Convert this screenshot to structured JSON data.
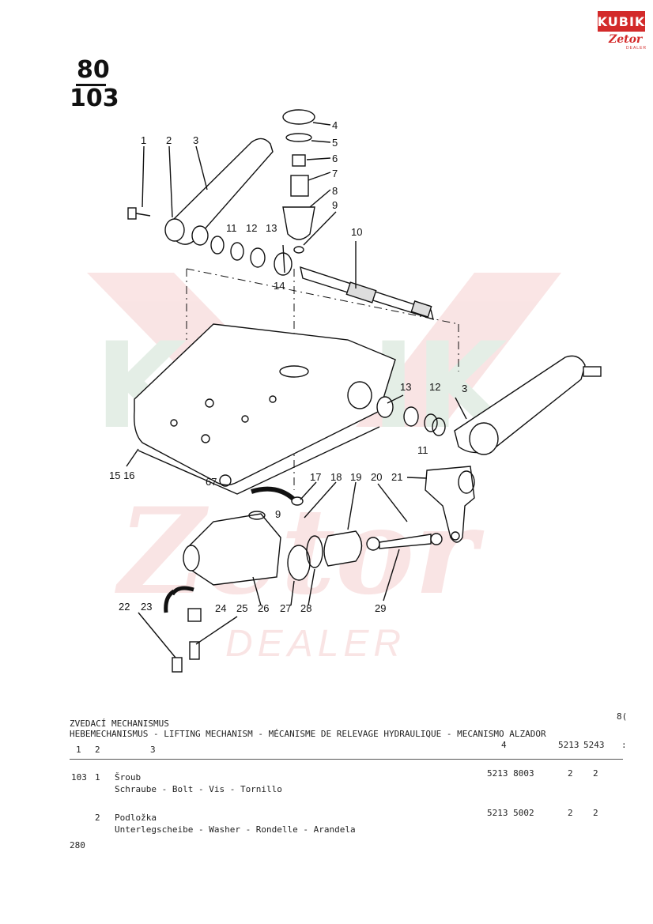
{
  "brand": {
    "logo_text": "KUBIK",
    "sub_text": "Zetor",
    "sub_small": "DEALER"
  },
  "page": {
    "top_number": "80",
    "bottom_number": "103"
  },
  "watermark": {
    "line1": "KUBIK",
    "line2": "Zetor",
    "line3": "DEALER"
  },
  "callouts": [
    "1",
    "2",
    "3",
    "4",
    "5",
    "6",
    "7",
    "8",
    "9",
    "10",
    "11",
    "12",
    "13",
    "14",
    "13",
    "12",
    "3",
    "11",
    "15 16",
    "67",
    "17",
    "18",
    "19",
    "20",
    "21",
    "9",
    "22",
    "23",
    "24",
    "25",
    "26",
    "27",
    "28",
    "29"
  ],
  "parts_list": {
    "corner_ref": "8(",
    "heading_cz": "ZVEDACÍ MECHANISMUS",
    "heading_multi": "HEBEMECHANISMUS - LIFTING MECHANISM - MÉCANISME DE RELEVAGE HYDRAULIQUE - MECANISMO ALZADOR",
    "col_headers": {
      "c1": "1",
      "c2": "2",
      "c3": "3",
      "c4": "4",
      "c5": "5213",
      "c6": "5243",
      "c7": ":"
    },
    "rows": [
      {
        "fig": "103",
        "pos": "1",
        "name_cz": "Šroub",
        "name_multi": "Schraube - Bolt - Vis - Tornillo",
        "part_no": "5213 8003",
        "q1": "2",
        "q2": "2"
      },
      {
        "fig": "",
        "pos": "2",
        "name_cz": "Podložka",
        "name_multi": "Unterlegscheibe - Washer - Rondelle - Arandela",
        "part_no": "5213 5002",
        "q1": "2",
        "q2": "2"
      }
    ],
    "page_footer": "280"
  }
}
